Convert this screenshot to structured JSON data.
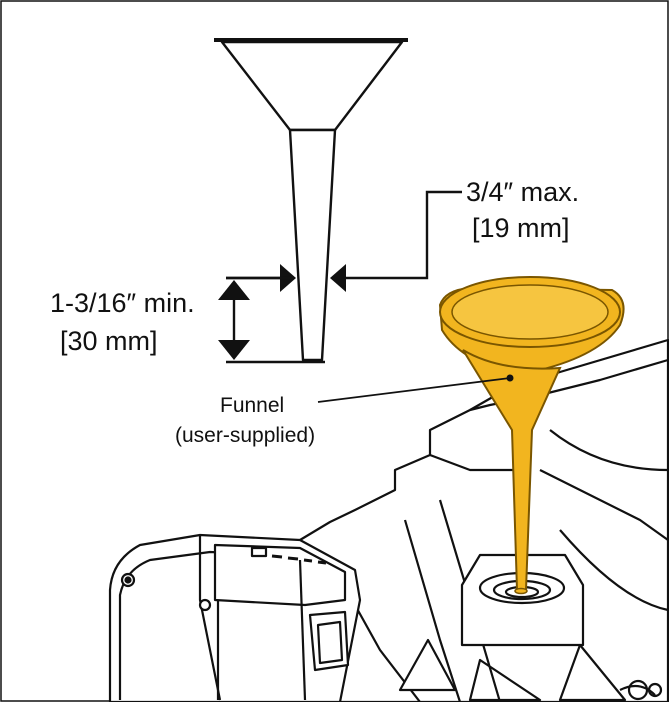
{
  "max_dimension": {
    "line1": "3/4″ max.",
    "line2": "[19 mm]"
  },
  "min_dimension": {
    "line1": "1-3/16″ min.",
    "line2": "[30 mm]"
  },
  "funnel_callout": {
    "line1": "Funnel",
    "line2": "(user-supplied)"
  },
  "colors": {
    "funnel_fill": "#f2b51f",
    "funnel_stroke": "#7a5600",
    "line": "#111111",
    "background": "#ffffff"
  },
  "icons": [
    "funnel-icon",
    "battery-pack",
    "generator-fuel-tank"
  ]
}
